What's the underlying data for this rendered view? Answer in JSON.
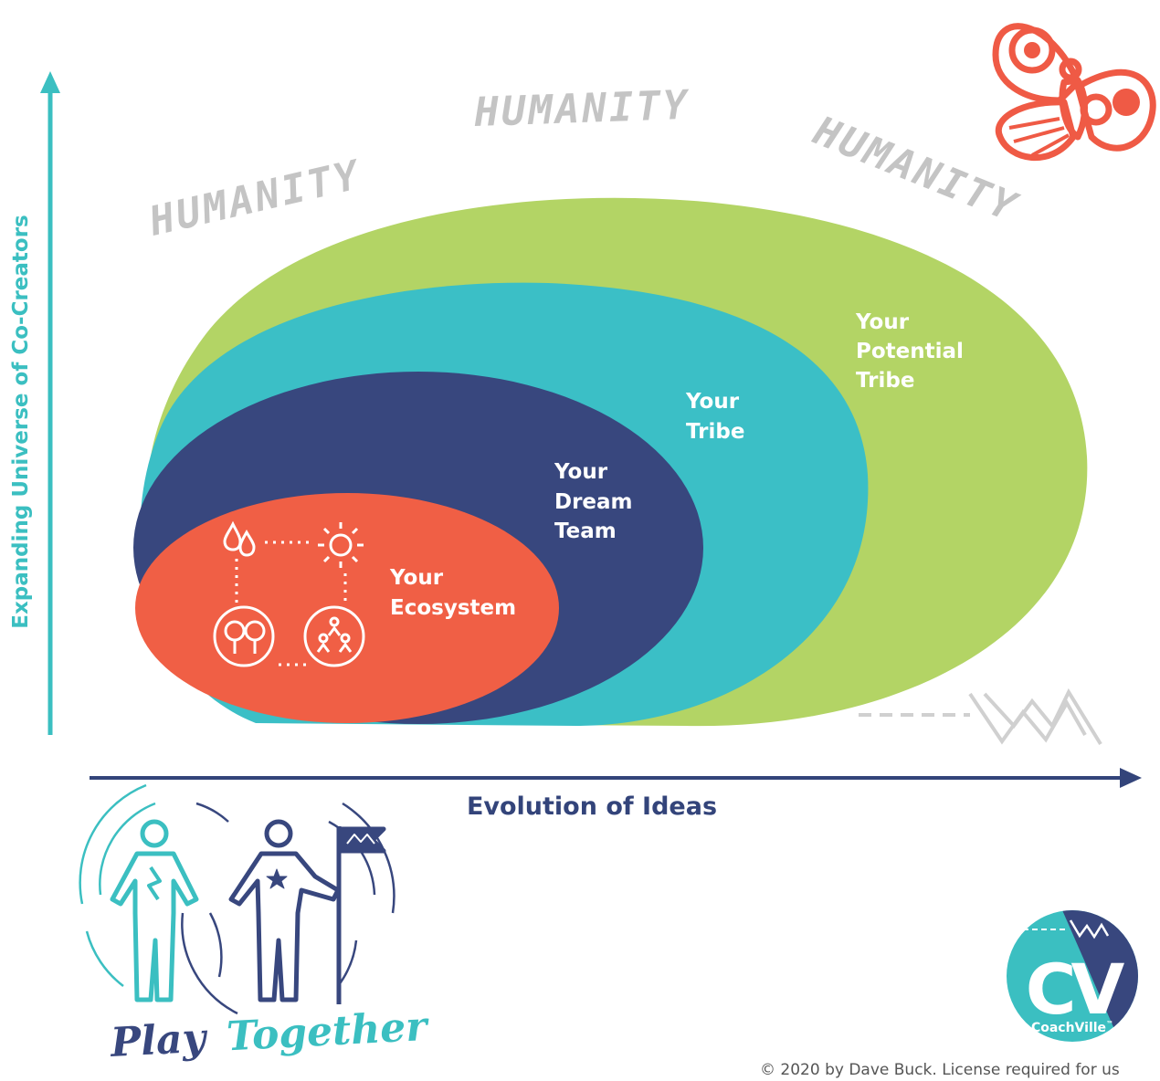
{
  "colors": {
    "potential_tribe": "#b3d465",
    "tribe": "#3bbfc6",
    "dream_team": "#38477e",
    "ecosystem": "#f05f45",
    "humanity_text": "#c4c4c4",
    "y_axis": "#3bbfc1",
    "x_axis": "#33447a",
    "butterfly": "#ef5a45"
  },
  "humanity_words": [
    "HUMANITY",
    "HUMANITY",
    "HUMANITY"
  ],
  "circles": {
    "potential_tribe": [
      "Your",
      "Potential",
      "Tribe"
    ],
    "tribe": [
      "Your",
      "Tribe"
    ],
    "dream_team": [
      "Your",
      "Dream",
      "Team"
    ],
    "ecosystem": [
      "Your",
      "Ecosystem"
    ]
  },
  "axes": {
    "y_label": "Expanding Universe of Co-Creators",
    "x_label": "Evolution of Ideas"
  },
  "branding": {
    "play_word": "Play",
    "together_word": "Together",
    "logo_letters": "CV",
    "logo_name": "CoachVille",
    "logo_tm": "™",
    "copyright": "© 2020 by Dave Buck. License required for us"
  },
  "icons": [
    "water-drops-icon",
    "sun-icon",
    "trees-icon",
    "people-icon",
    "butterfly-icon",
    "zigzag-icon",
    "flag-icon"
  ]
}
